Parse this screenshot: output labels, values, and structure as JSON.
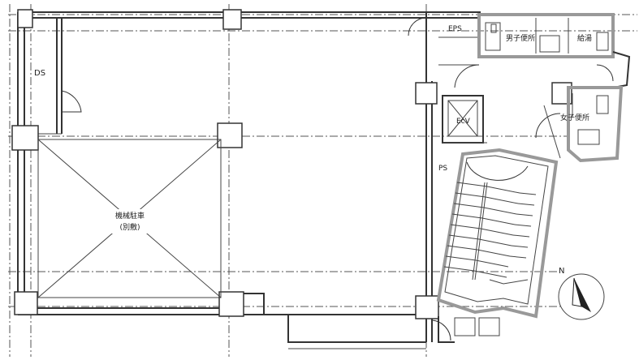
{
  "labels": {
    "ds": "DS",
    "eps": "EPS",
    "ps": "PS",
    "elevator": "EcV",
    "mens_toilet": "男子便所",
    "janitor": "給湯",
    "womens_toilet": "女子便所",
    "parking_line1": "機械駐車",
    "parking_line2": "(別敷)",
    "north": "N"
  }
}
